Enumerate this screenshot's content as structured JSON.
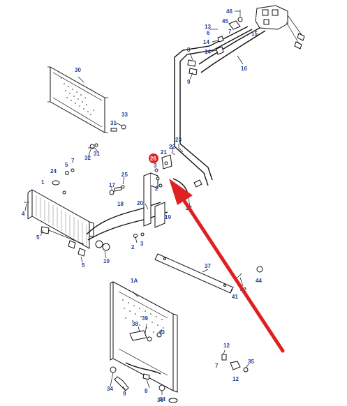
{
  "callouts": {
    "c46": "46",
    "c45": "45",
    "c13": "13",
    "c6": "6",
    "c15": "15",
    "c7a": "7",
    "c14a": "14",
    "c14b": "14",
    "c8": "8",
    "c16": "16",
    "c9": "9",
    "c30": "30",
    "c33": "33",
    "c31a": "31",
    "c31b": "31",
    "c32": "32",
    "c23": "23",
    "c22": "22",
    "c26": "26",
    "c21": "21",
    "c3a": "3",
    "c2a": "2",
    "c24": "24",
    "c5a": "5",
    "c7b": "7",
    "c25": "25",
    "c1": "1",
    "c17": "17",
    "c18": "18",
    "c20": "20",
    "c19": "19",
    "c27": "27",
    "c4": "4",
    "c5b": "5",
    "c5c": "5",
    "c10": "10",
    "c2b": "2",
    "c3b": "3",
    "c37": "37",
    "c42": "42",
    "c44": "44",
    "c41": "41",
    "c1A": "1A",
    "c39": "39",
    "c38": "38",
    "c43": "43",
    "c12a": "12",
    "c7c": "7",
    "c35": "35",
    "c12b": "12",
    "c34a": "34",
    "c9b": "9",
    "c8b": "8",
    "c34b": "34",
    "c36": "36"
  },
  "highlight_color": "#e02020",
  "label_color": "#1f3f9a"
}
